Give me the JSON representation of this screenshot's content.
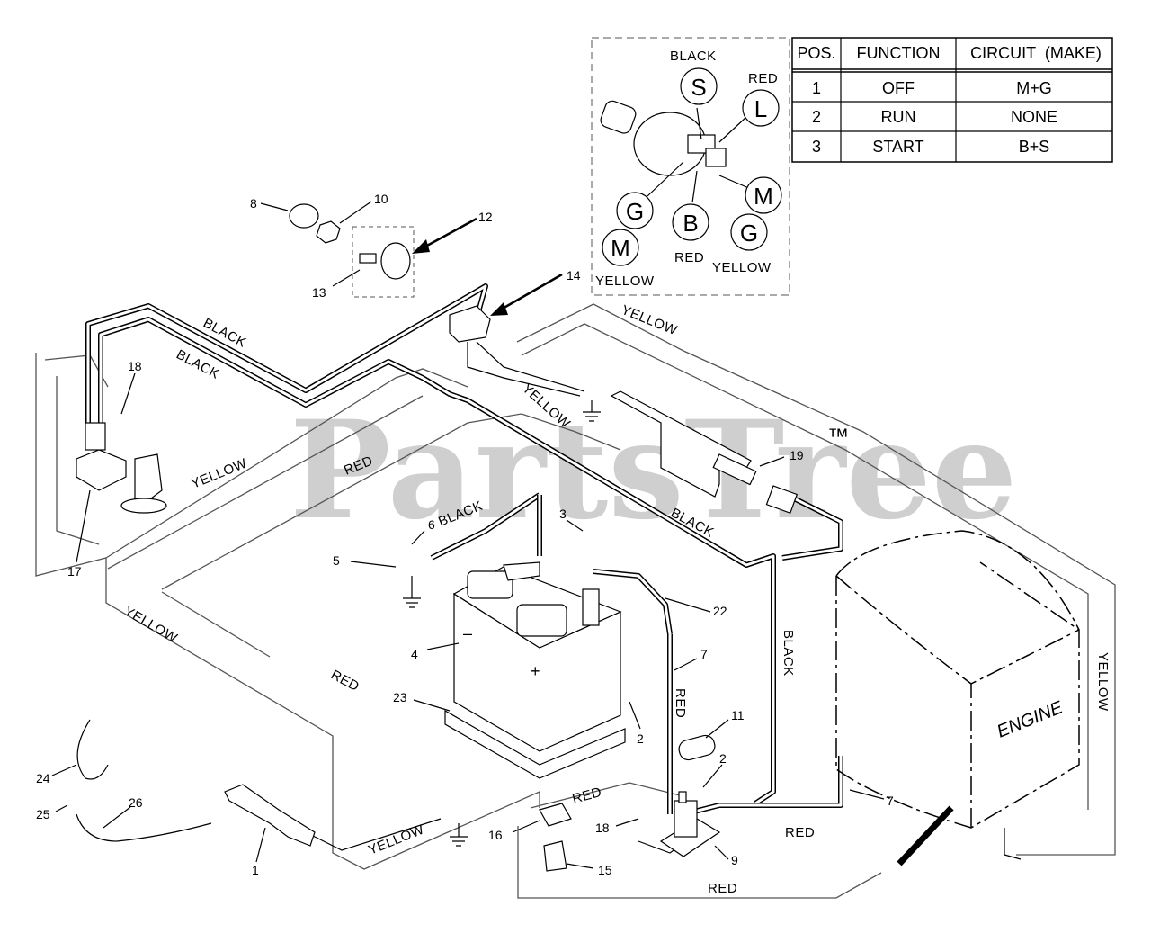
{
  "watermark": {
    "text": "PartsTree",
    "tm": "™"
  },
  "switch_table": {
    "headers": [
      "POS.",
      "FUNCTION",
      "CIRCUIT  (MAKE)"
    ],
    "rows": [
      [
        "1",
        "OFF",
        "M+G"
      ],
      [
        "2",
        "RUN",
        "NONE"
      ],
      [
        "3",
        "START",
        "B+S"
      ]
    ]
  },
  "switch_detail": {
    "terminals": {
      "S": "S",
      "L": "L",
      "G1": "G",
      "B": "B",
      "M1": "M",
      "G2": "G",
      "M2": "M"
    },
    "labels": {
      "black": "BLACK",
      "red_top": "RED",
      "red_bottom": "RED",
      "yellow_right": "YELLOW",
      "yellow_left": "YELLOW"
    }
  },
  "wire_labels": {
    "black_1": "BLACK",
    "black_2": "BLACK",
    "black_battery": "BLACK",
    "black_right": "BLACK",
    "black_vertical": "BLACK",
    "yellow_top": "YELLOW",
    "yellow_diag": "YELLOW",
    "yellow_left": "YELLOW",
    "yellow_front": "YELLOW",
    "yellow_bottom": "YELLOW",
    "yellow_right": "YELLOW",
    "red_top": "RED",
    "red_center": "RED",
    "red_vertical": "RED",
    "red_bottom_left": "RED",
    "red_solenoid": "RED",
    "red_bottom": "RED"
  },
  "engine_label": "ENGINE",
  "battery_marks": {
    "minus": "–",
    "plus": "+"
  },
  "callouts": {
    "c1": "1",
    "c2a": "2",
    "c2b": "2",
    "c3": "3",
    "c4": "4",
    "c5": "5",
    "c6": "6",
    "c7a": "7",
    "c7b": "7",
    "c8": "8",
    "c9": "9",
    "c10": "10",
    "c11": "11",
    "c12": "12",
    "c13": "13",
    "c14": "14",
    "c15": "15",
    "c16": "16",
    "c17": "17",
    "c18a": "18",
    "c18b": "18",
    "c19": "19",
    "c22": "22",
    "c23": "23",
    "c24": "24",
    "c25": "25",
    "c26": "26"
  }
}
